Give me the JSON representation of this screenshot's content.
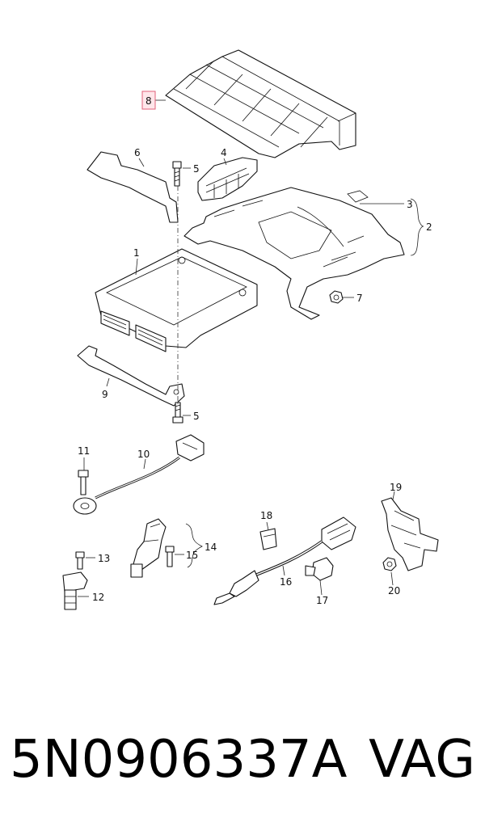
{
  "callouts": {
    "c1": "1",
    "c2": "2",
    "c3": "3",
    "c4": "4",
    "c5a": "5",
    "c5b": "5",
    "c6": "6",
    "c7": "7",
    "c8": "8",
    "c9": "9",
    "c10": "10",
    "c11": "11",
    "c12": "12",
    "c13": "13",
    "c14": "14",
    "c15": "15",
    "c16": "16",
    "c17": "17",
    "c18": "18",
    "c19": "19",
    "c20": "20"
  },
  "highlighted_callout": "8",
  "colors": {
    "highlight_fill": "#ffe6ea",
    "highlight_stroke": "#e0607a",
    "line": "#222222"
  },
  "footer": {
    "part_number": "5N0906337A",
    "brand": "VAG"
  }
}
